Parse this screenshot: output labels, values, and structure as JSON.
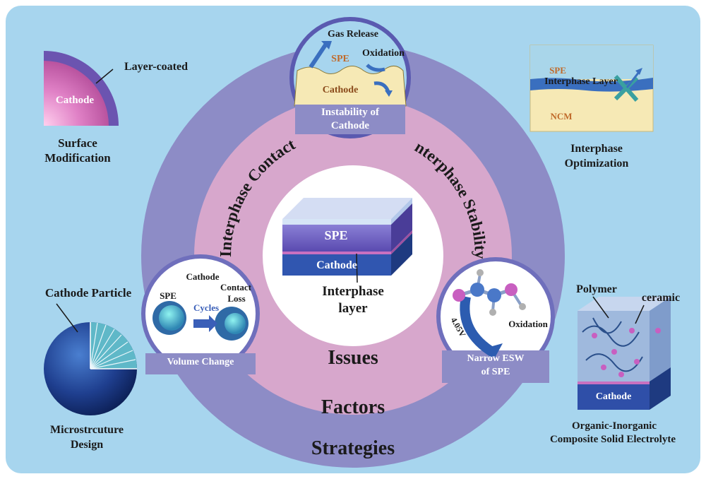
{
  "center": {
    "spe": "SPE",
    "cathode": "Cathode",
    "interphase_line1": "Interphase",
    "interphase_line2": "layer"
  },
  "rings": {
    "issues": "Issues",
    "factors": "Factors",
    "strategies": "Strategies",
    "interphase_contact": "Interphase Contact",
    "interphase_stability": "Interphase Stability"
  },
  "top_issue": {
    "gas_release": "Gas Release",
    "spe": "SPE",
    "oxidation": "Oxidation",
    "cathode": "Cathode",
    "caption_line1": "Instability of",
    "caption_line2": "Cathode"
  },
  "left_issue": {
    "cathode": "Cathode",
    "spe": "SPE",
    "cycles": "Cycles",
    "contact": "Contact",
    "loss": "Loss",
    "caption": "Volume Change"
  },
  "right_issue": {
    "voltage": "4.05V",
    "oxidation": "Oxidation",
    "caption_line1": "Narrow ESW",
    "caption_line2": "of SPE"
  },
  "surface_modification": {
    "layer": "Layer-coated",
    "cathode": "Cathode",
    "title_line1": "Surface",
    "title_line2": "Modification"
  },
  "interphase_optimization": {
    "spe": "SPE",
    "layer": "Interphase Layer",
    "ncm": "NCM",
    "title_line1": "Interphase",
    "title_line2": "Optimization"
  },
  "microstructure": {
    "particle": "Cathode Particle",
    "title_line1": "Microstrcuture",
    "title_line2": "Design"
  },
  "composite": {
    "polymer": "Polymer",
    "ceramic": "ceramic",
    "cathode": "Cathode",
    "title_line1": "Organic-Inorganic",
    "title_line2": "Composite Solid Electrolyte"
  },
  "colors": {
    "background": "#a7d5ee",
    "outer_ring": "#8d8cc6",
    "middle_ring": "#d7a7cc",
    "spe_purple": "#6a58b8",
    "cathode_blue": "#2f4fa8",
    "accent_arrow": "#3a6fbf"
  }
}
